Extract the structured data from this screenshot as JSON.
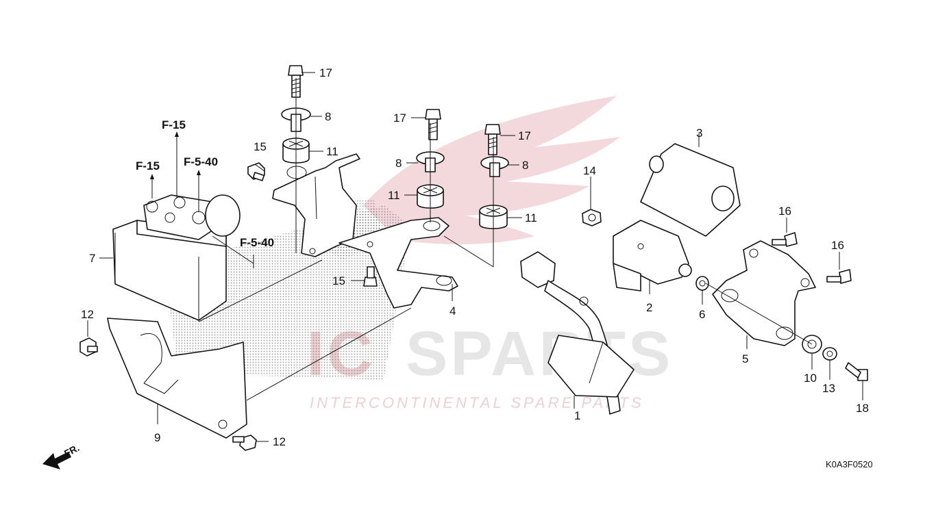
{
  "diagram": {
    "diagram_code": "K0A3F0520",
    "direction_label": "FR.",
    "watermark": {
      "brand_left": "IC",
      "brand_right": "SPARTS",
      "tagline": "INTERCONTINENTAL SPARE PARTS"
    },
    "reference_labels": {
      "f15_top": "F-15",
      "f15_left": "F-15",
      "f540_top": "F-5-40",
      "f540_right": "F-5-40"
    },
    "callouts": {
      "c1": "1",
      "c2": "2",
      "c3": "3",
      "c4": "4",
      "c5": "5",
      "c6": "6",
      "c7": "7",
      "c8a": "8",
      "c8b": "8",
      "c8c": "8",
      "c9": "9",
      "c10": "10",
      "c11a": "11",
      "c11b": "11",
      "c11c": "11",
      "c12a": "12",
      "c12b": "12",
      "c13": "13",
      "c14": "14",
      "c15a": "15",
      "c15b": "15",
      "c16a": "16",
      "c16b": "16",
      "c17a": "17",
      "c17b": "17",
      "c17c": "17",
      "c18": "18"
    }
  }
}
